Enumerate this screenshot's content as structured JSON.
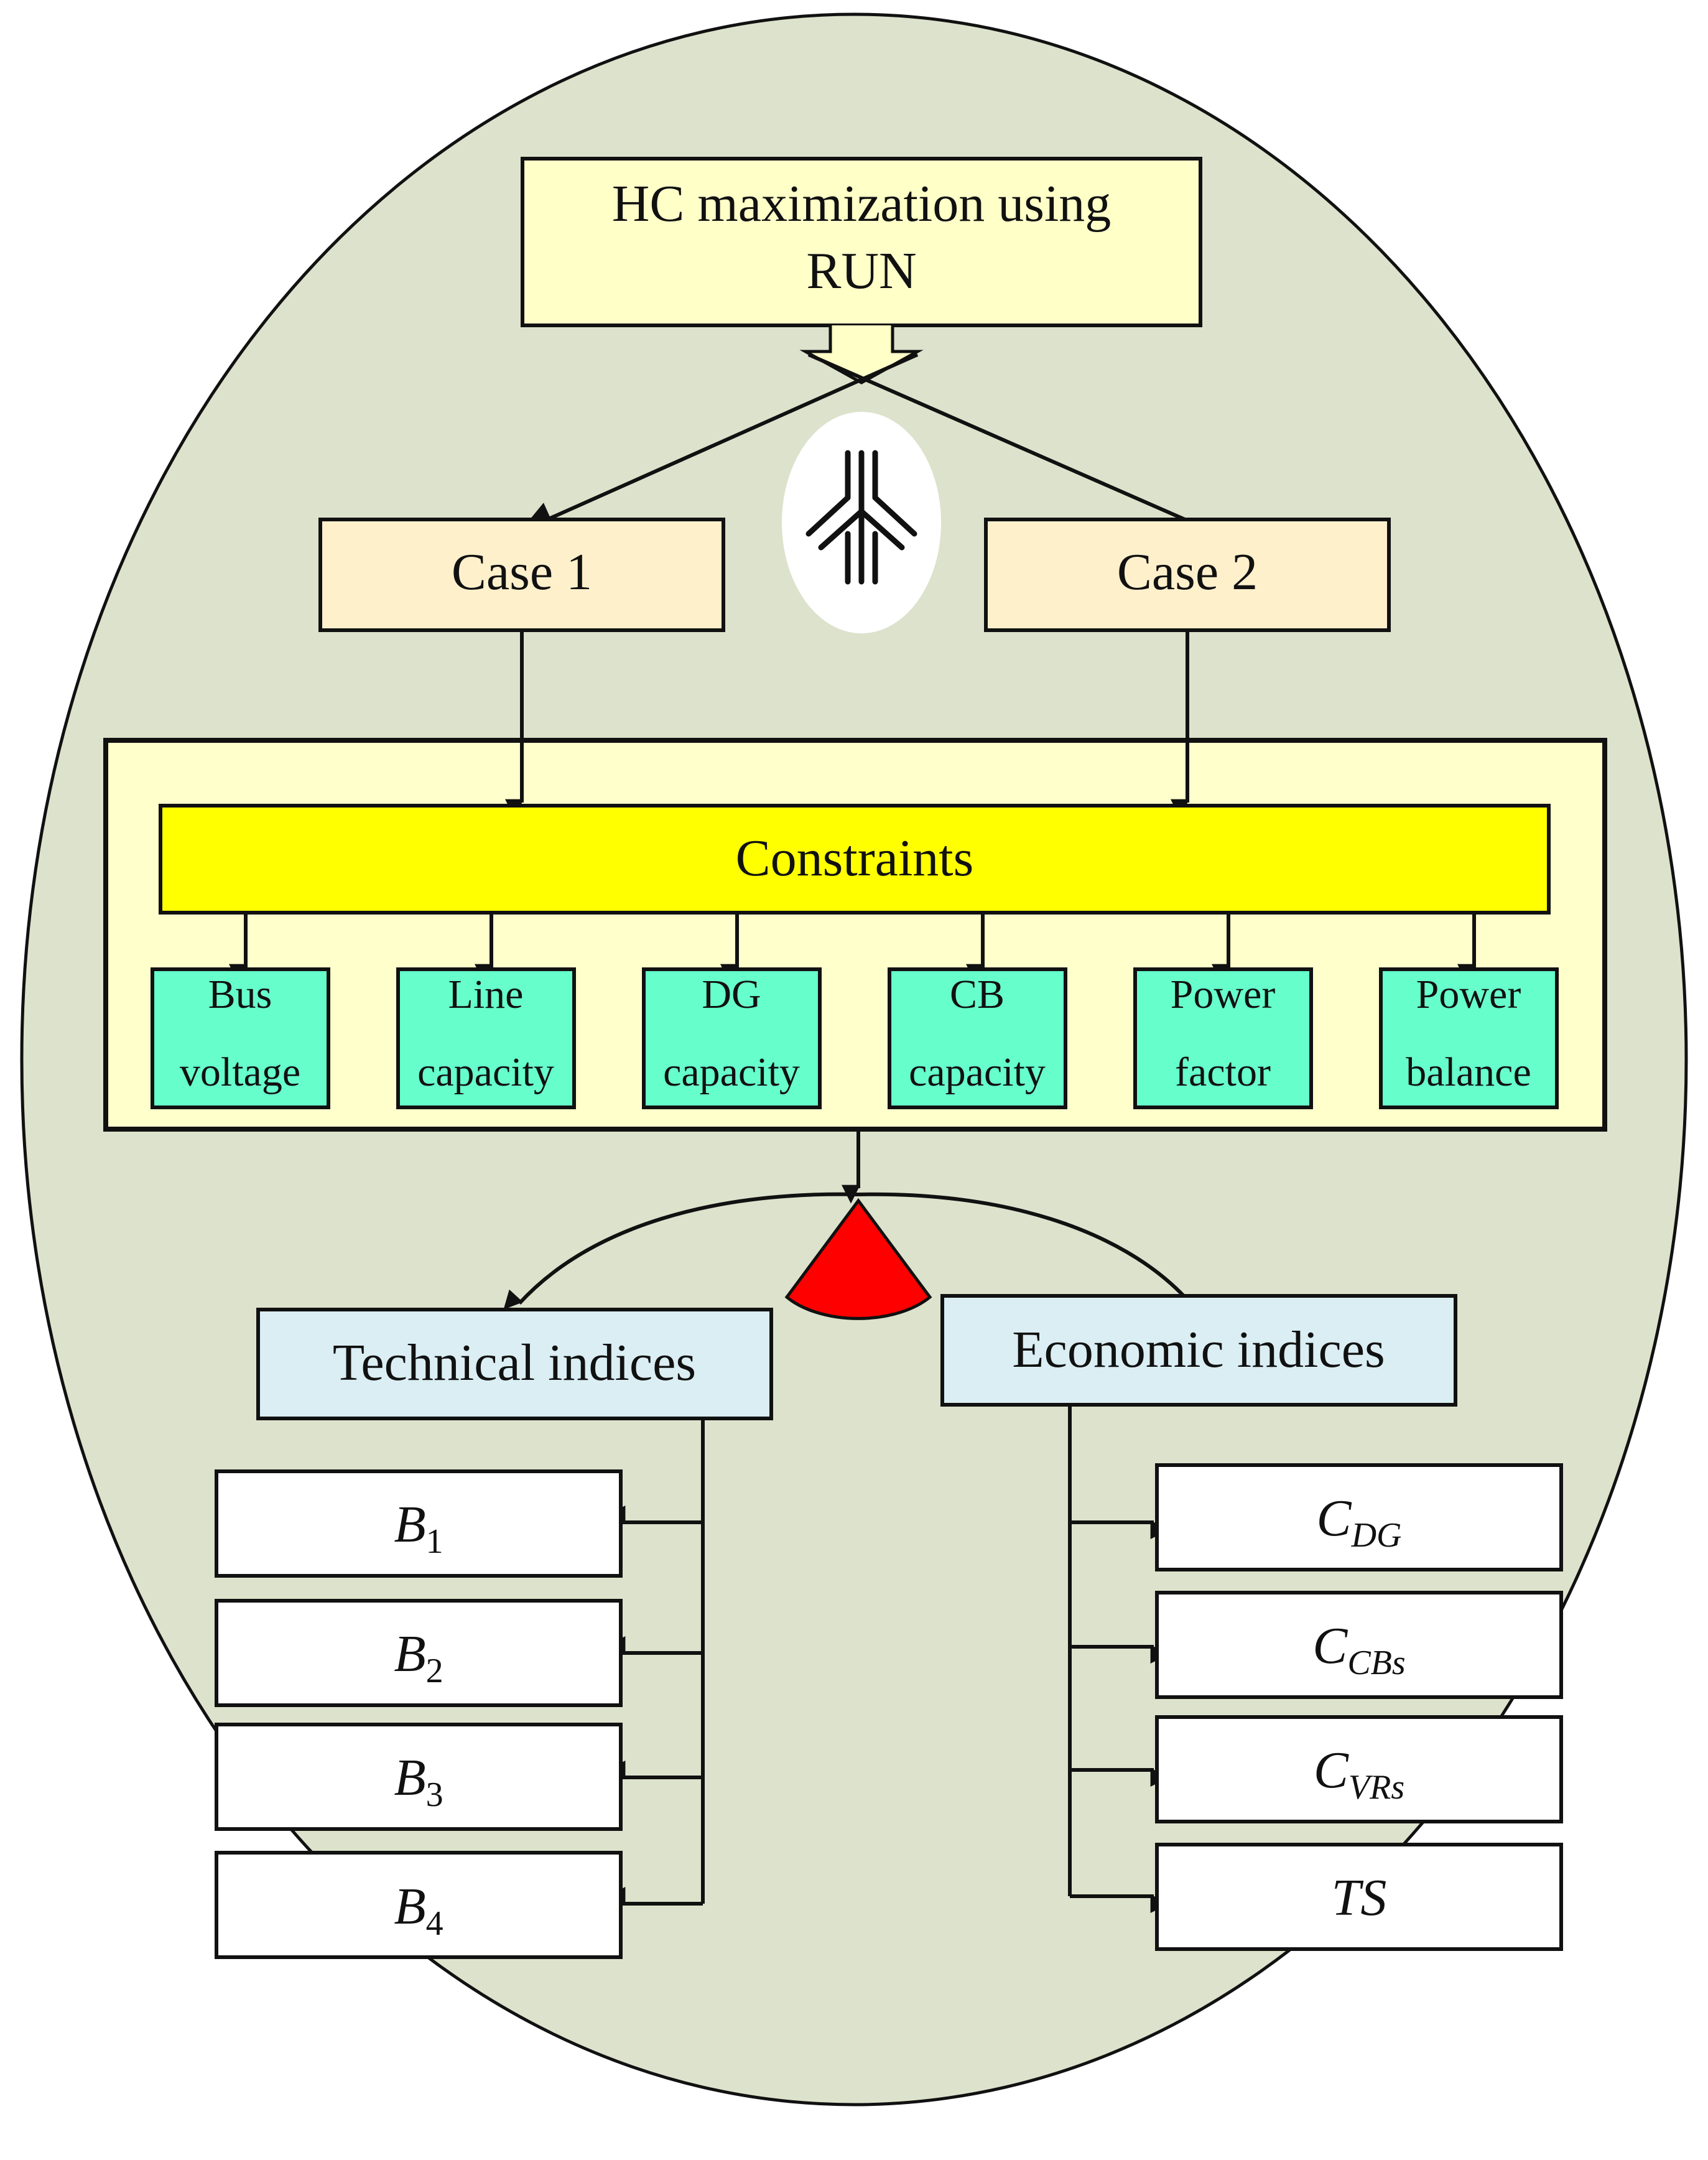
{
  "top": {
    "line1": "HC maximization using",
    "line2": "RUN"
  },
  "cases": [
    "Case 1",
    "Case 2"
  ],
  "constraints": {
    "title": "Constraints",
    "items": [
      {
        "line1": "Bus",
        "line2": "voltage"
      },
      {
        "line1": "Line",
        "line2": "capacity"
      },
      {
        "line1": "DG",
        "line2": "capacity"
      },
      {
        "line1": "CB",
        "line2": "capacity"
      },
      {
        "line1": "Power",
        "line2": "factor"
      },
      {
        "line1": "Power",
        "line2": "balance"
      }
    ]
  },
  "indices": {
    "technical": "Technical indices",
    "economic": "Economic indices"
  },
  "technical_items": [
    {
      "main": "B",
      "sub": "1"
    },
    {
      "main": "B",
      "sub": "2"
    },
    {
      "main": "B",
      "sub": "3"
    },
    {
      "main": "B",
      "sub": "4"
    }
  ],
  "economic_items": [
    {
      "main": "C",
      "sub": "DG"
    },
    {
      "main": "C",
      "sub": "CBs"
    },
    {
      "main": "C",
      "sub": "VRs"
    },
    {
      "main": "TS",
      "sub": ""
    }
  ],
  "colors": {
    "ellipse": "#dde2cc",
    "top_box": "#ffffc8",
    "case_box": "#fff0cc",
    "outer_box": "#ffffcc",
    "constraints_bar": "#ffff00",
    "constraint_item": "#66ffcc",
    "index_box": "#daeef3",
    "leaf_box": "#ffffff",
    "red_shape": "#ff0000",
    "icon_oval": "#ffffff"
  },
  "icons": {
    "split": "split-arrows-icon",
    "sector": "red-sector-icon"
  }
}
